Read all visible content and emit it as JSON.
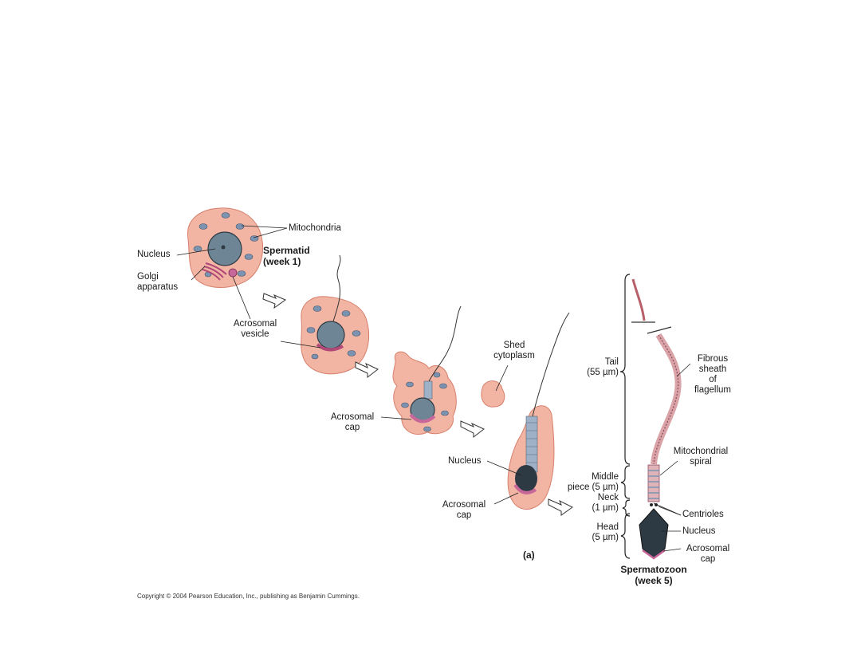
{
  "colors": {
    "cytoplasm": "#f2b5a3",
    "cytoplasm_edge": "#d77f6c",
    "nucleus": "#6e8596",
    "nucleus_dark": "#2d3a44",
    "mitochondria": "#7b93b0",
    "golgi": "#b04878",
    "acrosome": "#c8679a",
    "bracket": "#222222"
  },
  "labels": {
    "mitochondria": "Mitochondria",
    "nucleus_1": "Nucleus",
    "spermatid_1": "Spermatid",
    "spermatid_2": "(week 1)",
    "golgi_1": "Golgi",
    "golgi_2": "apparatus",
    "acro_vesicle_1": "Acrosomal",
    "acro_vesicle_2": "vesicle",
    "shed_1": "Shed",
    "shed_2": "cytoplasm",
    "acro_cap_a_1": "Acrosomal",
    "acro_cap_a_2": "cap",
    "nucleus_2": "Nucleus",
    "acro_cap_b_1": "Acrosomal",
    "acro_cap_b_2": "cap",
    "tail_1": "Tail",
    "tail_2": "(55 µm)",
    "midpiece_1": "Middle",
    "midpiece_2": "piece (5 µm)",
    "neck_1": "Neck",
    "neck_2": "(1 µm)",
    "head_1": "Head",
    "head_2": "(5 µm)",
    "fibrous_1": "Fibrous",
    "fibrous_2": "sheath",
    "fibrous_3": "of",
    "fibrous_4": "flagellum",
    "mito_spiral_1": "Mitochondrial",
    "mito_spiral_2": "spiral",
    "centrioles": "Centrioles",
    "nucleus_3": "Nucleus",
    "acro_cap_c_1": "Acrosomal",
    "acro_cap_c_2": "cap",
    "panel": "(a)",
    "spermatozoon_1": "Spermatozoon",
    "spermatozoon_2": "(week 5)",
    "copyright": "Copyright © 2004 Pearson Education, Inc., publishing as Benjamin Cummings."
  }
}
